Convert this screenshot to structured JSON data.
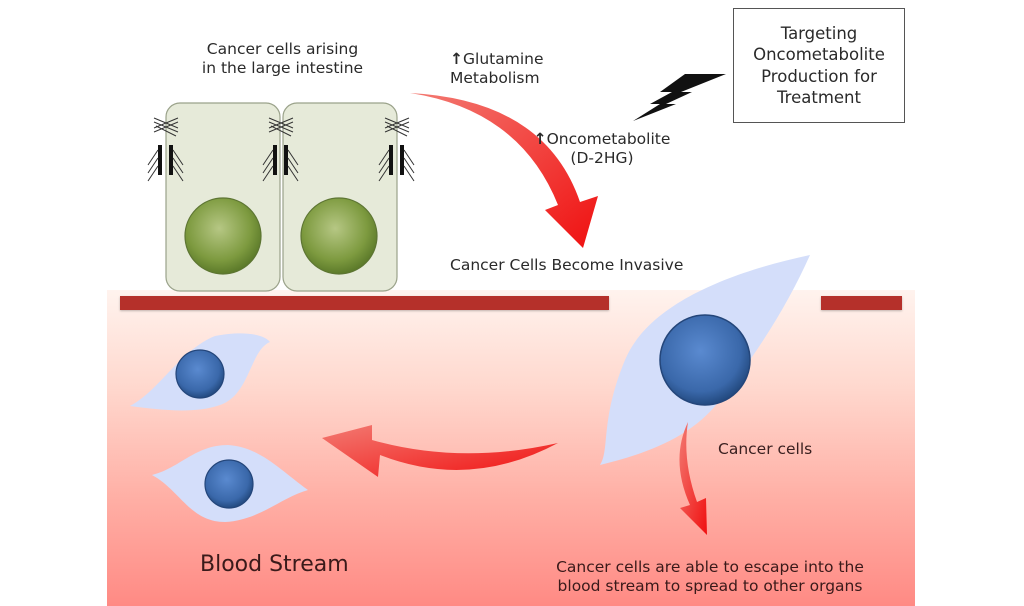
{
  "diagram": {
    "labels": {
      "origin": "Cancer cells arising\nin the large intestine",
      "glutamine": "Glutamine\nMetabolism",
      "oncometabolite": "Oncometabolite\n(D-2HG)",
      "invasive": "Cancer Cells Become Invasive",
      "cancer_cells": "Cancer cells",
      "blood_stream": "Blood Stream",
      "escape": "Cancer cells are able to escape into the\nblood stream to spread to other organs",
      "treatment": "Targeting\nOncometabolite\nProduction for\nTreatment",
      "increase_symbol": "↑"
    },
    "colors": {
      "arrow": "#f02020",
      "membrane": "#b5302a",
      "epithelial_cell_fill": "#e6ead9",
      "nucleus_green": "#7a9a3c",
      "cancer_cell_fill": "#d4defa",
      "nucleus_blue": "#3d6db0",
      "blood_stream_gradient": [
        "#fff3ee",
        "#ff8a84"
      ]
    },
    "icons": {
      "lightning": "lightning-bolt-icon",
      "up_arrow": "up-arrow-icon"
    }
  }
}
